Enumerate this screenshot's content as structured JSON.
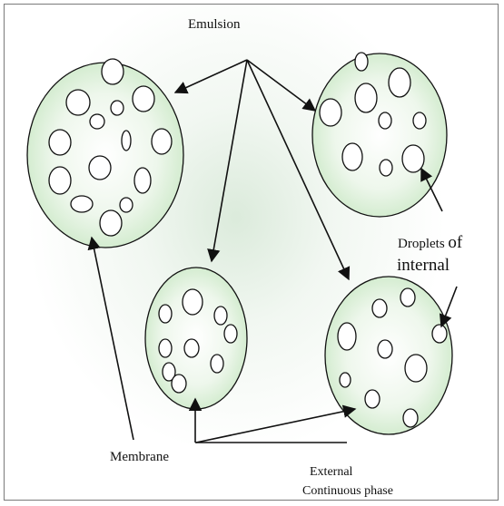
{
  "diagram": {
    "labels": {
      "emulsion": "Emulsion",
      "droplets_prefix": "Droplets ",
      "droplets_of": "of",
      "internal": "internal",
      "membrane": "Membrane",
      "external": "External",
      "continuous_phase": "Continuous phase"
    },
    "colors": {
      "globule_fill": "#d4ecd0",
      "globule_edge": "#111111",
      "droplet_fill": "#ffffff",
      "arrow": "#111111",
      "frame_border": "#7a7a7a"
    }
  }
}
